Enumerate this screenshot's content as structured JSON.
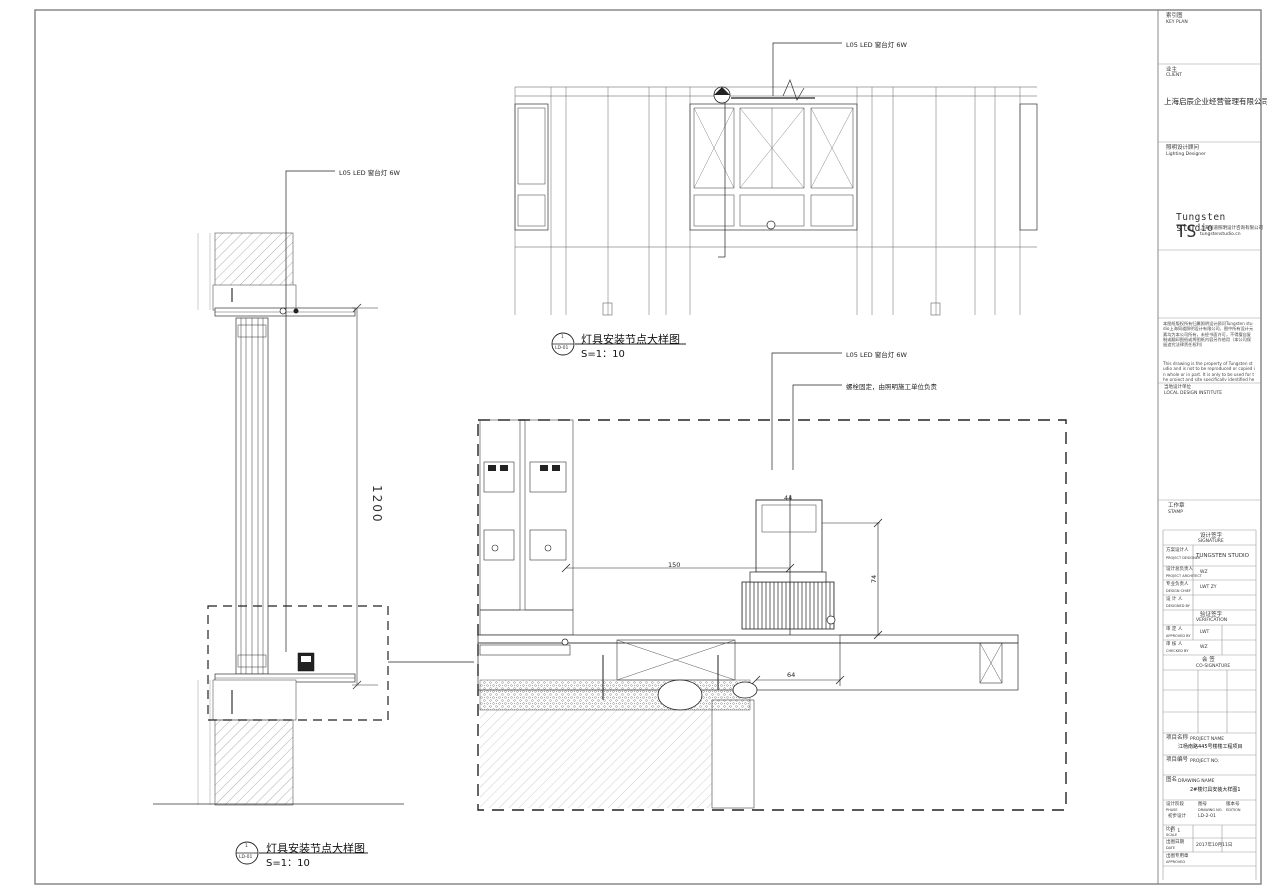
{
  "callouts": {
    "led_left": "L05  LED  窗台灯  6W",
    "led_top": "L05  LED  窗台灯  6W",
    "led_right": "L05  LED  窗台灯  6W",
    "bolt_note": "螺栓固定，由照明施工单位负责"
  },
  "dimensions": {
    "height_1200": "1200",
    "d150": "150",
    "d44": "44",
    "d74": "74",
    "d64": "64"
  },
  "detail_labels": {
    "top": {
      "number": "1",
      "ref": "LD-01",
      "title": "灯具安装节点大样图",
      "scale": "S=1：10"
    },
    "bottom": {
      "number": "1",
      "ref": "LD-01",
      "title": "灯具安装节点大样图",
      "scale": "S=1：10"
    }
  },
  "title_block": {
    "key_plan_cn": "索引图",
    "key_plan_en": "KEY PLAN",
    "client_cn": "业主",
    "client_en": "CLIENT",
    "client_name": "上海启辰企业经营管理有限公司",
    "lighting_cn": "照明设计顾问",
    "lighting_en": "Lighting Designer",
    "studio_word": "Tungsten studio",
    "studio_mark": "TS",
    "studio_sub": "上海同道照明设计咨询有限公司",
    "studio_sub2": "tungstenstudio.cn",
    "note_cn": "本图纸版权所有归属照明设计顾问Tungsten studio上海同道照明设计有限公司，图中所有设计元素均为本公司所有，未经书面许可，不得擅自复制或翻印图纸或将图纸内容另作他用（本公司保留追究法律责任权利）",
    "note_en": "This drawing is the property of Tungsten studio and is not to be reproduced or copied in whole or in part. It is only to be used for the project and site specifically identified herein and is not to be used on any other projects.",
    "local_cn": "当地设计单位",
    "local_en": "LOCAL DESIGN INSTITUTE",
    "stamp_cn": "工作章",
    "stamp_en": "STAMP",
    "design_sig_cn": "设计签字",
    "design_sig_en": "SIGNATURE",
    "design_rows": [
      {
        "role_cn": "方案设计人",
        "role_en": "PROJECT DESIGNER",
        "value": "TUNGSTEN STUDIO"
      },
      {
        "role_cn": "设计总负责人",
        "role_en": "PROJECT ARCHITECT",
        "value": "WZ"
      },
      {
        "role_cn": "专业负责人",
        "role_en": "DESIGN CHIEF",
        "value": "LWT  ZY"
      },
      {
        "role_cn": "设 计 人",
        "role_en": "DESIGNED BY",
        "value": ""
      }
    ],
    "verify_sig_cn": "验证签字",
    "verify_sig_en": "VERIFICATION",
    "verify_rows": [
      {
        "role_cn": "审 定 人",
        "role_en": "APPROVED BY",
        "value": "LWT"
      },
      {
        "role_cn": "审 核 人",
        "role_en": "CHECKED BY",
        "value": "WZ"
      }
    ],
    "cosign_cn": "会 签",
    "cosign_en": "CO-SIGNATURE",
    "project_name_label": "项目名称",
    "project_name_label_en": "PROJECT NAME",
    "project_name": "江杨南路445号楼楼工程项目",
    "project_no_label": "项目编号",
    "project_no_label_en": "PROJECT NO.",
    "drawing_name_label": "图名",
    "drawing_name_label_en": "DRAWING NAME",
    "drawing_name": "2#楼灯具安装大样图1",
    "stage_label": "设计阶段",
    "stage_label_en": "PHASE",
    "stage_value": "初步设计",
    "dwg_no_label": "图号",
    "dwg_no_label_en": "DRAWING NO.",
    "dwg_no_value": "LD-2-01",
    "version_label": "版本号",
    "version_label_en": "EDITION",
    "scale_label": "比例",
    "scale_label_en": "SCALE",
    "scale_value": "1：1",
    "date_label": "出图日期",
    "date_label_en": "DATE",
    "date_value": "2017年10月11日",
    "seal_label": "出图专用章",
    "seal_label_en": "APPROVED"
  }
}
